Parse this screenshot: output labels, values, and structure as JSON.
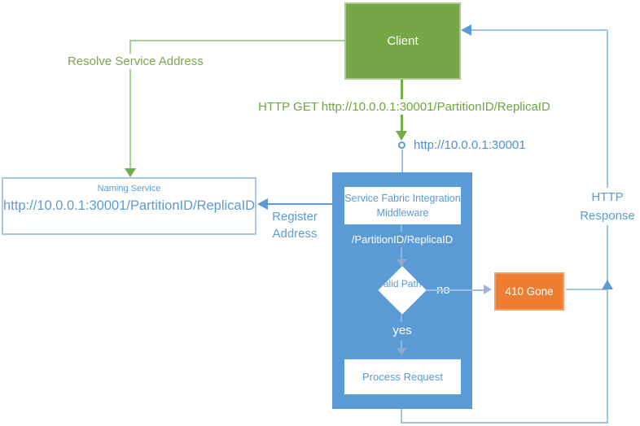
{
  "diagram": {
    "nodes": {
      "client": {
        "label": "Client",
        "fill": "#76A747",
        "border": "#A9CC8B"
      },
      "naming_service": {
        "title": "Naming Service",
        "url": "http://10.0.0.1:30001/PartitionID/ReplicaID",
        "border": "#A8C7E8"
      },
      "middleware": {
        "title": "Service Fabric Integration Middleware",
        "path_label": "/PartitionID/ReplicaID",
        "decision": "Valid Path?",
        "decision_no": "no",
        "decision_yes": "yes",
        "process": "Process Request",
        "fill": "#5B9BD5"
      },
      "gone": {
        "label": "410 Gone",
        "fill": "#ED7D31"
      }
    },
    "labels": {
      "resolve": "Resolve Service Address",
      "http_get": "HTTP GET http://10.0.0.1:30001/PartitionID/ReplicaID",
      "endpoint": "http://10.0.0.1:30001",
      "register": "Register Address",
      "response": "HTTP Response"
    },
    "colors": {
      "green": "#70AD47",
      "green_light": "#A9D18E",
      "green_text": "#6FA53F",
      "blue": "#5B9BD5",
      "blue_light": "#9DC3E6",
      "orange": "#ED7D31",
      "white": "#FFFFFF"
    }
  }
}
